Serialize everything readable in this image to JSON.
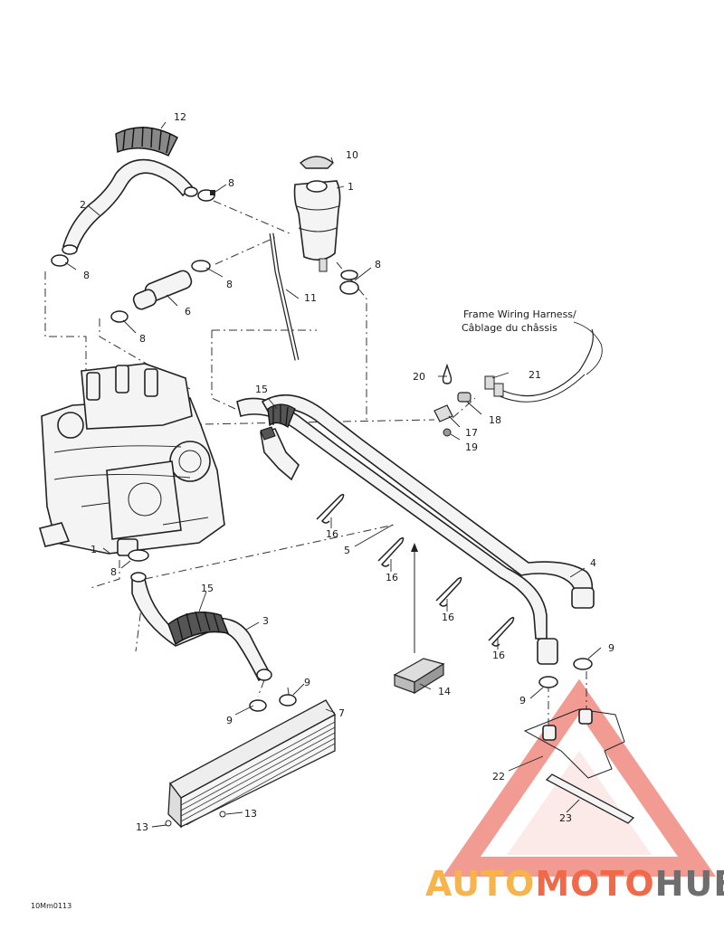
{
  "diagram": {
    "callouts": {
      "c1": "1",
      "c1b": "1",
      "c2": "2",
      "c3": "3",
      "c4": "4",
      "c5": "5",
      "c6": "6",
      "c7": "7",
      "c8a": "8",
      "c8b": "8",
      "c8c": "8",
      "c8d": "8",
      "c8e": "8",
      "c8f": "8",
      "c9a": "9",
      "c9b": "9",
      "c9c": "9",
      "c9d": "9",
      "c10": "10",
      "c11": "11",
      "c12": "12",
      "c13a": "13",
      "c13b": "13",
      "c14": "14",
      "c15a": "15",
      "c15b": "15",
      "c16a": "16",
      "c16b": "16",
      "c16c": "16",
      "c16d": "16",
      "c17": "17",
      "c18": "18",
      "c19": "19",
      "c20": "20",
      "c21": "21",
      "c22": "22",
      "c23": "23"
    },
    "harness_line1": "Frame Wiring Harness/",
    "harness_line2": "Câblage du châssis",
    "drawing_code": "10Mm0113"
  },
  "watermark": {
    "part1": "AUTO",
    "part2": "MOTO",
    "part3": "HUB",
    "color_auto": "#f6b44a",
    "color_moto": "#f06a4a",
    "color_hub": "#6e6e6e",
    "triangle_color": "#f08a80"
  }
}
